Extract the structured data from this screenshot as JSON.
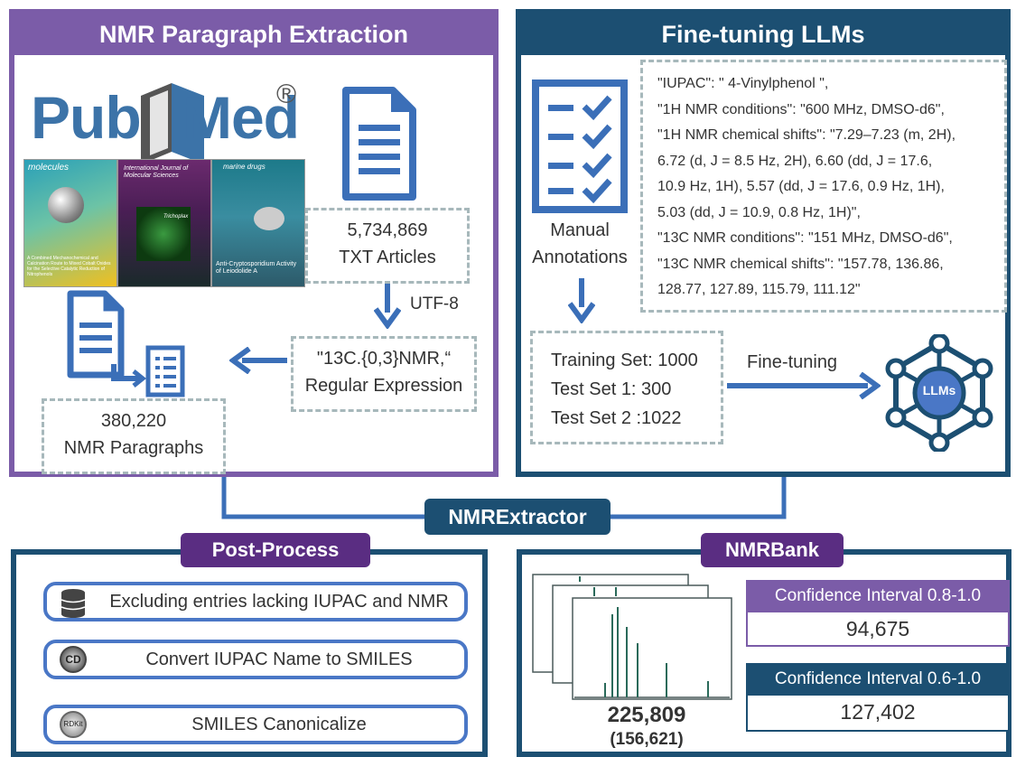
{
  "colors": {
    "purple": "#7b5ca8",
    "navy": "#1c4f72",
    "blue": "#4a77c6",
    "dash": "#a7b8bb",
    "nmrbank_pill": "#5a2d82"
  },
  "left_panel": {
    "title": "NMR Paragraph Extraction",
    "pubmed": {
      "text_pub": "Pub",
      "text_med": "Med",
      "registered": "®"
    },
    "journals": [
      {
        "title": "molecules",
        "subtitle": "A Combined Mechanochemical and Calcination Route to Mixed Cobalt Oxides for the Selective Catalytic Reduction of Nitrophenols"
      },
      {
        "title": "International Journal of Molecular Sciences",
        "subtitle": "Trichoplax"
      },
      {
        "title": "marine drugs",
        "subtitle": "Anti-Cryptosporidium Activity of Leiodolide A"
      }
    ],
    "txt_box": {
      "line1": "5,734,869",
      "line2": "TXT Articles"
    },
    "encoding": "UTF-8",
    "regex_box": {
      "line1": "\"13C.{0,3}NMR,“",
      "line2": "Regular Expression"
    },
    "paragraph_box": {
      "line1": "380,220",
      "line2": "NMR Paragraphs"
    }
  },
  "right_panel": {
    "title": "Fine-tuning LLMs",
    "manual_label": {
      "line1": "Manual",
      "line2": "Annotations"
    },
    "json_lines": [
      "\"IUPAC\": \" 4-Vinylphenol \",",
      "\"1H NMR conditions\": \"600 MHz, DMSO-d6\",",
      "\"1H NMR chemical shifts\": \"7.29–7.23 (m, 2H),",
      "6.72 (d, J = 8.5 Hz, 2H), 6.60 (dd, J = 17.6,",
      "10.9 Hz, 1H), 5.57 (dd, J = 17.6, 0.9 Hz, 1H),",
      "5.03 (dd, J = 10.9, 0.8 Hz, 1H)\",",
      "\"13C NMR conditions\": \"151 MHz, DMSO-d6\",",
      "\"13C NMR chemical shifts\": \"157.78, 136.86,",
      "128.77, 127.89, 115.79, 111.12\""
    ],
    "sets": [
      "Training Set: 1000",
      "Test Set 1: 300",
      "Test Set 2 :1022"
    ],
    "fine_tuning_label": "Fine-tuning",
    "llm_label": "LLMs"
  },
  "connector": {
    "label": "NMRExtractor"
  },
  "post_process": {
    "title": "Post-Process",
    "items": [
      {
        "label": "Excluding entries lacking IUPAC and NMR",
        "icon": "database-icon"
      },
      {
        "label": "Convert IUPAC Name to SMILES",
        "icon": "cd-icon",
        "icon_text": "CD"
      },
      {
        "label": "SMILES Canonicalize",
        "icon": "rdkit-icon",
        "icon_text": "RDKit"
      }
    ]
  },
  "nmrbank": {
    "title": "NMRBank",
    "total": "225,809",
    "unique": "(156,621)",
    "intervals": [
      {
        "label": "Confidence Interval 0.8-1.0",
        "value": "94,675"
      },
      {
        "label": "Confidence Interval 0.6-1.0",
        "value": "127,402"
      }
    ]
  }
}
